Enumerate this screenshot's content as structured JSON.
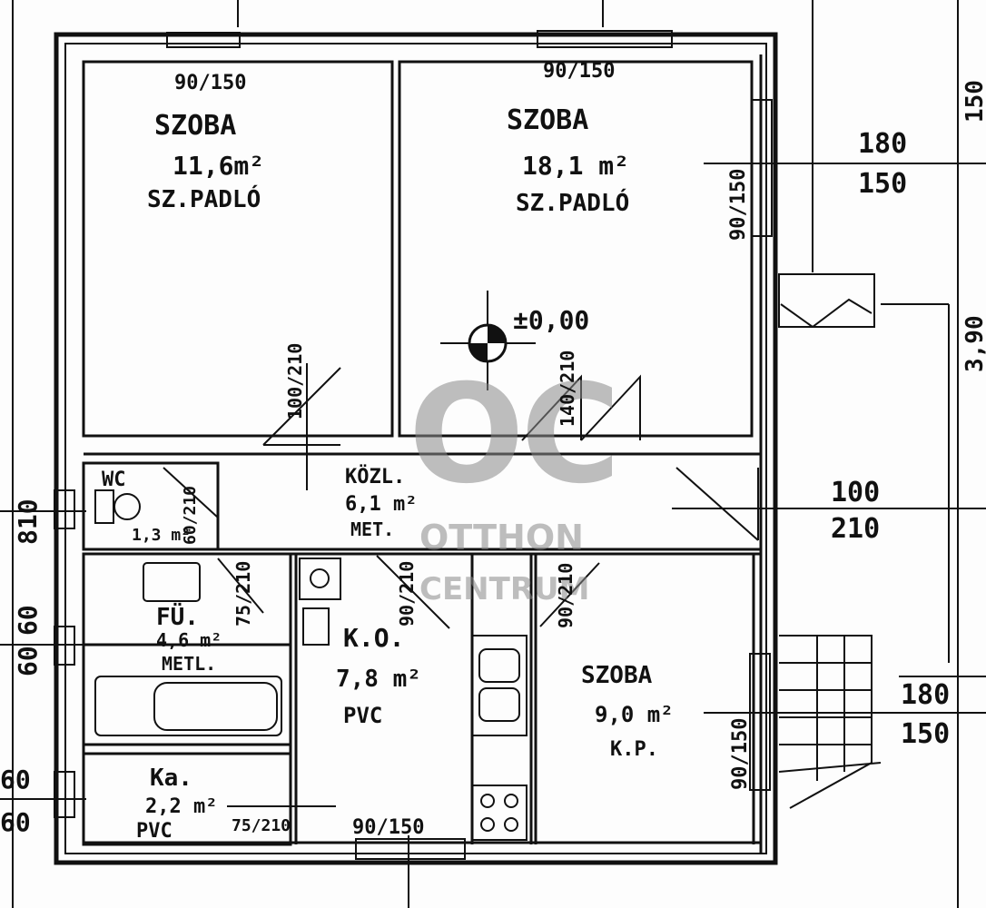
{
  "rooms": {
    "room1": {
      "name": "SZOBA",
      "area": "11,6m²",
      "floor": "SZ.PADLÓ"
    },
    "room2": {
      "name": "SZOBA",
      "area": "18,1 m²",
      "floor": "SZ.PADLÓ"
    },
    "hall": {
      "name": "KÖZL.",
      "area": "6,1 m²",
      "floor": "MET."
    },
    "wc": {
      "name": "WC",
      "area": "1,3 m²"
    },
    "bath": {
      "name": "FÜ.",
      "area": "4,6 m²",
      "floor": "METL."
    },
    "kitchen": {
      "name": "K.O.",
      "area": "7,8 m²",
      "floor": "PVC"
    },
    "room3": {
      "name": "SZOBA",
      "area": "9,0 m²",
      "floor": "K.P."
    },
    "pantry": {
      "name": "Ka.",
      "area": "2,2 m²",
      "floor": "PVC"
    }
  },
  "level_mark": "±0,00",
  "windows": {
    "w1": "90/150",
    "w2": "90/150",
    "w3": "90/150",
    "w4": "90/150",
    "w5": "90/150"
  },
  "doors": {
    "d1": "100/210",
    "d2": "140/210",
    "d3": "60/210",
    "d4": "75/210",
    "d5": "90/210",
    "d6": "90/210",
    "d7": "75/210"
  },
  "dimensions": {
    "right_top_a": "180",
    "right_top_b": "150",
    "right_mid_a": "100",
    "right_mid_b": "210",
    "right_low_a": "180",
    "right_low_b": "150",
    "left_a": "810",
    "left_b": "60",
    "left_c": "60",
    "left_d": "60",
    "left_e": "60",
    "edge_top": "150",
    "edge_mid": "3,90"
  },
  "watermark": {
    "logo": "OC",
    "line1": "OTTHON",
    "line2": "CENTRUM"
  }
}
